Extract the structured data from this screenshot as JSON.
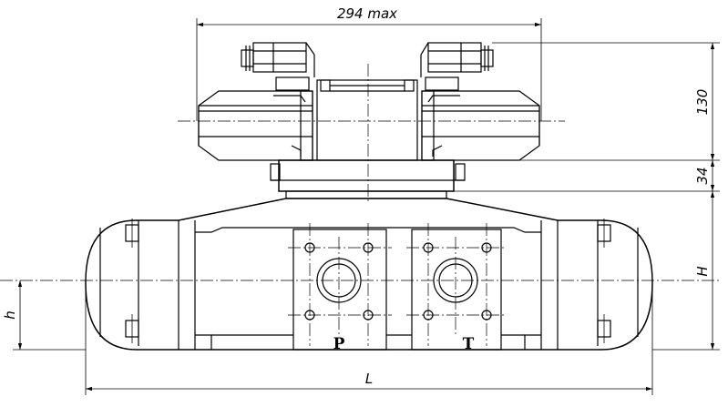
{
  "drawing": {
    "dimensions": {
      "width_max": "294 max",
      "height_top": "130",
      "plate_thickness": "34",
      "body_height": "H",
      "port_height": "h",
      "length": "L"
    },
    "ports": {
      "left": "P",
      "right": "T"
    },
    "line_color": "#000000",
    "background": "#ffffff"
  }
}
